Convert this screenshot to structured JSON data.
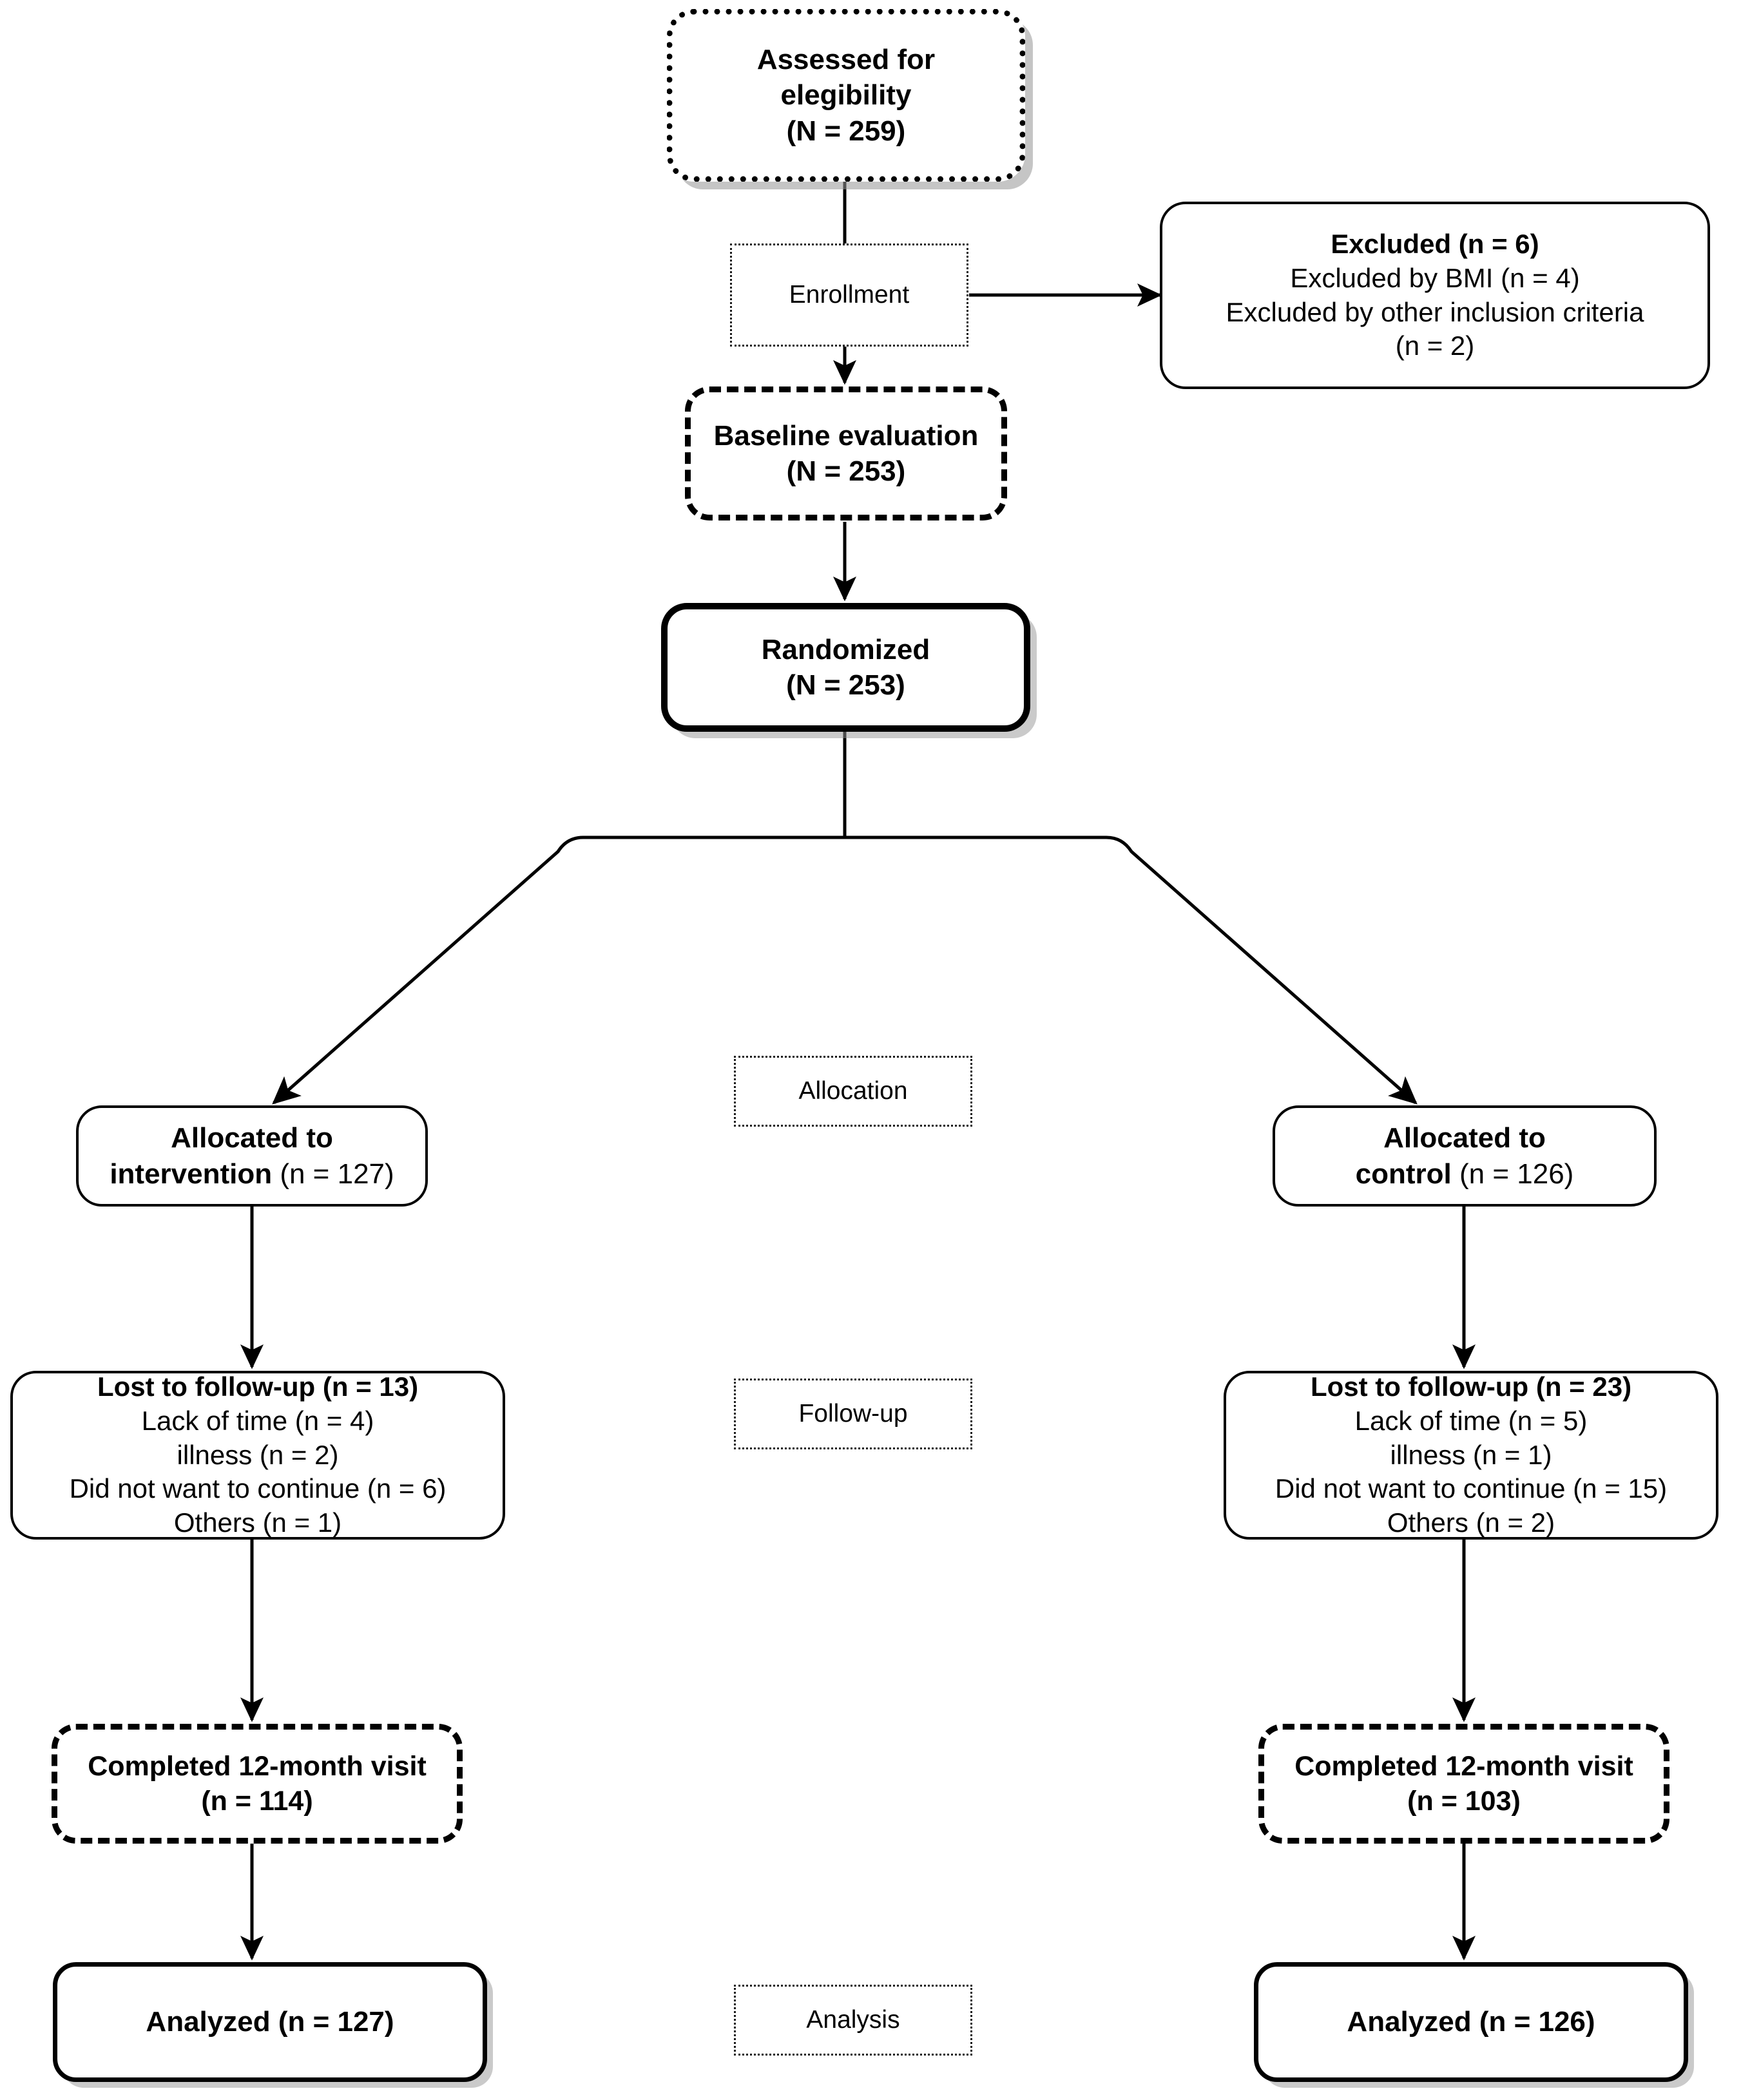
{
  "diagram": {
    "title": "CONSORT participant flow diagram",
    "colors": {
      "stroke": "#000000",
      "background": "#ffffff",
      "shadow": "#969696"
    }
  },
  "phases": [
    {
      "id": "enrollment",
      "label": "Enrollment"
    },
    {
      "id": "allocation",
      "label": "Allocation"
    },
    {
      "id": "followup",
      "label": "Follow-up"
    },
    {
      "id": "analysis",
      "label": "Analysis"
    }
  ],
  "nodes": {
    "assessed": {
      "lines": [
        {
          "text": "Assessed for",
          "bold": true
        },
        {
          "text": "elegibility",
          "bold": true
        },
        {
          "text": "(N = 259)",
          "bold": true
        }
      ]
    },
    "excluded": {
      "lines": [
        {
          "text": "Excluded (n = 6)",
          "bold": true
        },
        {
          "text": "Excluded by BMI (n = 4)",
          "bold": false
        },
        {
          "text": "Excluded by other inclusion criteria",
          "bold": false
        },
        {
          "text": "(n = 2)",
          "bold": false
        }
      ]
    },
    "baseline": {
      "lines": [
        {
          "text": "Baseline evaluation",
          "bold": true
        },
        {
          "text": "(N = 253)",
          "bold": true
        }
      ]
    },
    "randomized": {
      "lines": [
        {
          "text": "Randomized",
          "bold": true
        },
        {
          "text": "(N = 253)",
          "bold": true
        }
      ]
    },
    "allocated_intervention": {
      "lines": [
        {
          "text": "Allocated to",
          "bold": true
        },
        {
          "text": "intervention (n = 127)",
          "bold": "mixed",
          "bold_prefix": "intervention",
          "rest": " (n = 127)"
        }
      ]
    },
    "allocated_control": {
      "lines": [
        {
          "text": "Allocated to",
          "bold": true
        },
        {
          "text": "control (n = 126)",
          "bold": "mixed",
          "bold_prefix": "control",
          "rest": " (n = 126)"
        }
      ]
    },
    "lost_intervention": {
      "lines": [
        {
          "text": "Lost to follow-up (n = 13)",
          "bold": true
        },
        {
          "text": "Lack of time (n = 4)",
          "bold": false
        },
        {
          "text": "illness (n = 2)",
          "bold": false
        },
        {
          "text": "Did not want to continue (n = 6)",
          "bold": false
        },
        {
          "text": "Others (n = 1)",
          "bold": false
        }
      ]
    },
    "lost_control": {
      "lines": [
        {
          "text": "Lost to follow-up (n = 23)",
          "bold": true
        },
        {
          "text": "Lack of time (n = 5)",
          "bold": false
        },
        {
          "text": "illness (n = 1)",
          "bold": false
        },
        {
          "text": "Did not want to continue (n = 15)",
          "bold": false
        },
        {
          "text": "Others (n = 2)",
          "bold": false
        }
      ]
    },
    "completed_intervention": {
      "lines": [
        {
          "text": "Completed 12-month visit",
          "bold": true
        },
        {
          "text": "(n = 114)",
          "bold": true
        }
      ]
    },
    "completed_control": {
      "lines": [
        {
          "text": "Completed 12-month visit",
          "bold": true
        },
        {
          "text": "(n = 103)",
          "bold": true
        }
      ]
    },
    "analyzed_intervention": {
      "lines": [
        {
          "text": "Analyzed (n = 127)",
          "bold": true
        }
      ]
    },
    "analyzed_control": {
      "lines": [
        {
          "text": "Analyzed (n = 126)",
          "bold": true
        }
      ]
    }
  },
  "node_text": {
    "assessed_l1": "Assessed for",
    "assessed_l2": "elegibility",
    "assessed_l3": "(N = 259)",
    "excluded_l1": "Excluded (n = 6)",
    "excluded_l2": "Excluded by BMI (n = 4)",
    "excluded_l3": "Excluded by other inclusion criteria",
    "excluded_l4": "(n = 2)",
    "baseline_l1": "Baseline evaluation",
    "baseline_l2": "(N = 253)",
    "randomized_l1": "Randomized",
    "randomized_l2": "(N = 253)",
    "alloc_int_l1": "Allocated to",
    "alloc_int_l2a": "intervention",
    "alloc_int_l2b": " (n = 127)",
    "alloc_ctl_l1": "Allocated to",
    "alloc_ctl_l2a": "control",
    "alloc_ctl_l2b": " (n = 126)",
    "lost_int_l1": "Lost to follow-up (n = 13)",
    "lost_int_l2": "Lack of time (n = 4)",
    "lost_int_l3": "illness (n = 2)",
    "lost_int_l4": "Did not want to continue (n = 6)",
    "lost_int_l5": "Others (n = 1)",
    "lost_ctl_l1": "Lost to follow-up (n = 23)",
    "lost_ctl_l2": "Lack of time (n = 5)",
    "lost_ctl_l3": "illness (n = 1)",
    "lost_ctl_l4": "Did not want to continue (n = 15)",
    "lost_ctl_l5": "Others (n = 2)",
    "comp_int_l1": "Completed 12-month visit",
    "comp_int_l2": "(n = 114)",
    "comp_ctl_l1": "Completed 12-month visit",
    "comp_ctl_l2": "(n = 103)",
    "analyzed_int_l1": "Analyzed (n = 127)",
    "analyzed_ctl_l1": "Analyzed (n = 126)",
    "phase_enrollment": "Enrollment",
    "phase_allocation": "Allocation",
    "phase_followup": "Follow-up",
    "phase_analysis": "Analysis"
  },
  "flow": {
    "assessed_n": 259,
    "excluded_n": 6,
    "excluded_bmi_n": 4,
    "excluded_other_n": 2,
    "baseline_n": 253,
    "randomized_n": 253,
    "intervention_allocated_n": 127,
    "control_allocated_n": 126,
    "intervention_lost_n": 13,
    "control_lost_n": 23,
    "intervention_completed_n": 114,
    "control_completed_n": 103,
    "intervention_analyzed_n": 127,
    "control_analyzed_n": 126
  }
}
